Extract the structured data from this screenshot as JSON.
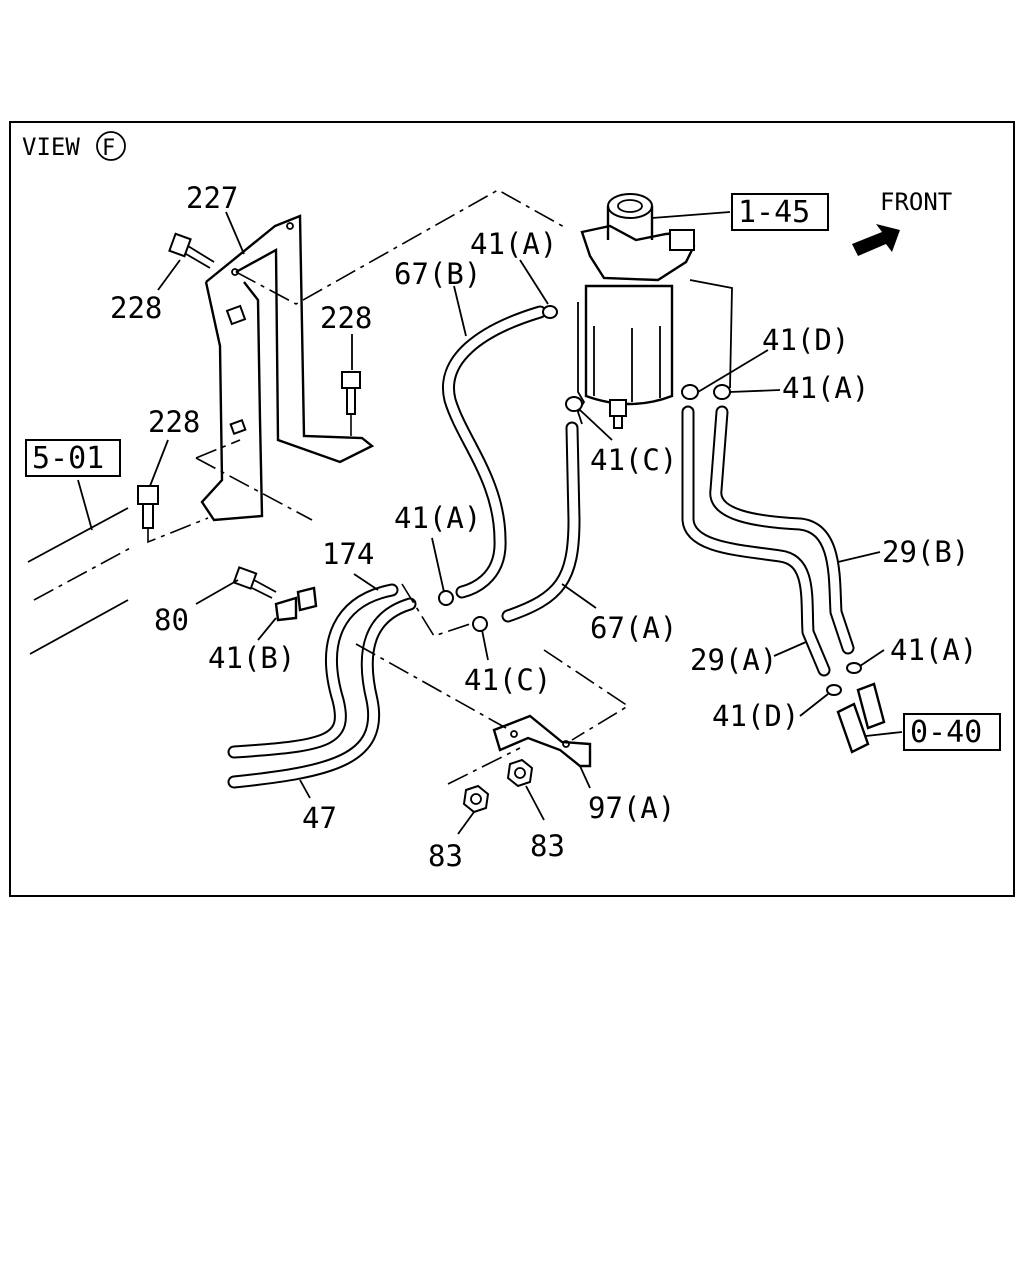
{
  "view_label": "VIEW",
  "view_letter": "F",
  "front_label": "FRONT",
  "boxed_refs": {
    "filter_assembly": "1-45",
    "frame_ref": "5-01",
    "connector_ref": "0-40"
  },
  "part_labels": {
    "bracket": "227",
    "bolt_upper_left": "228",
    "bolt_upper_right": "228",
    "bolt_lower": "228",
    "hose_return_upper": "67(B)",
    "clip_upper_a": "41(A)",
    "clip_d_top": "41(D)",
    "clip_a_right": "41(A)",
    "clip_c_filter": "41(C)",
    "clip_a_mid": "41(A)",
    "pipe_174": "174",
    "hose_feed_lower": "67(A)",
    "clip_c_lower": "41(C)",
    "bolt_80": "80",
    "clip_b": "41(B)",
    "hose_29b": "29(B)",
    "hose_29a": "29(A)",
    "clip_a_lower_right": "41(A)",
    "clip_d_lower_right": "41(D)",
    "pipe_47": "47",
    "bracket_97a": "97(A)",
    "nut_83_left": "83",
    "nut_83_right": "83"
  }
}
